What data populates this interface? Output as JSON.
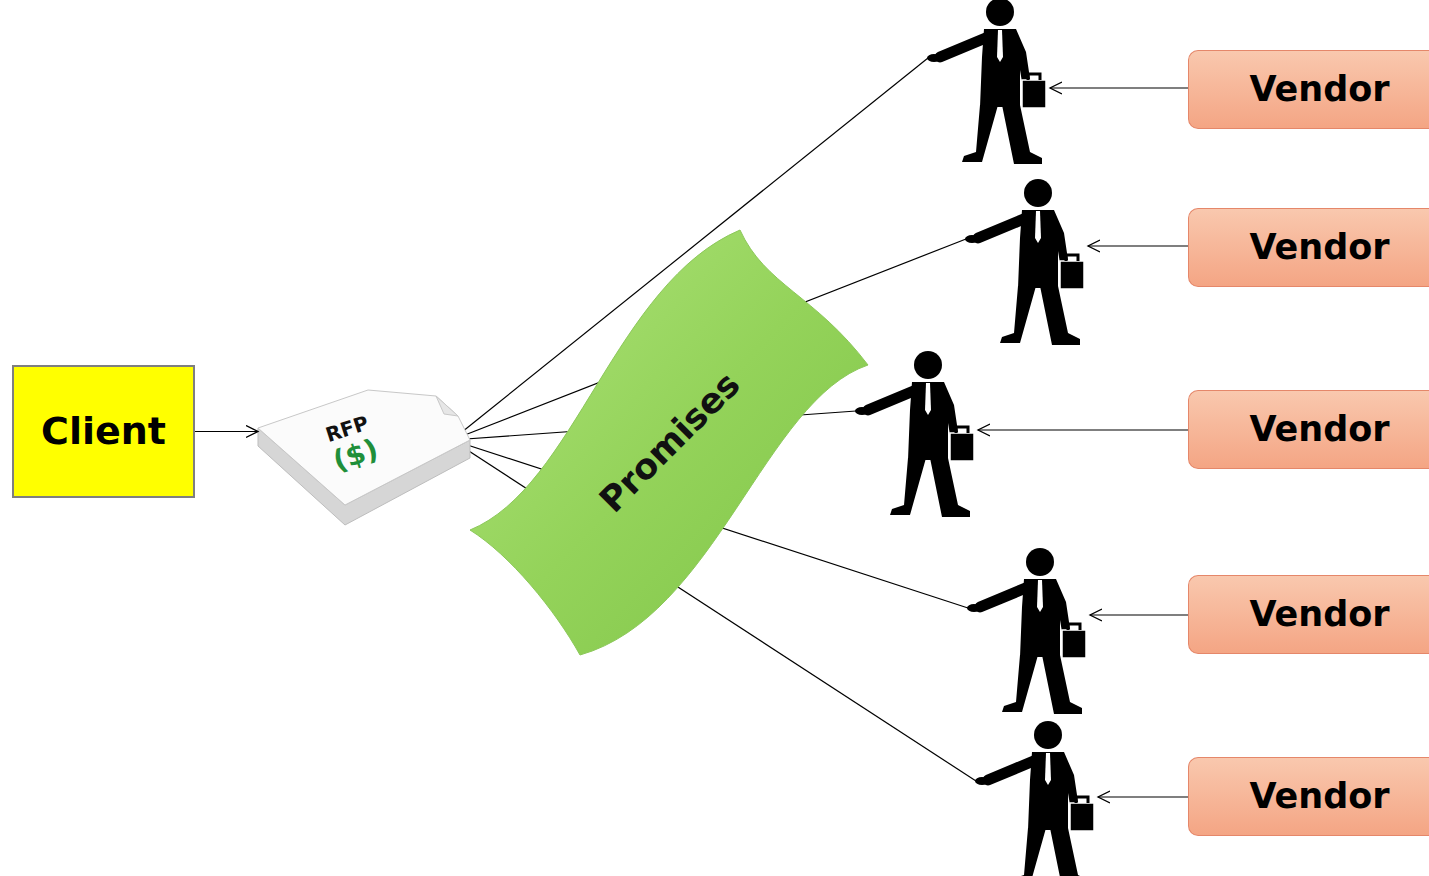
{
  "diagram": {
    "nodes": [
      {
        "text": [
          "Client"
        ]
      },
      {
        "text": [
          "RFP",
          "($)"
        ]
      },
      {
        "text": [
          "Promises"
        ]
      },
      {
        "text": [
          "Vendor"
        ]
      },
      {
        "text": [
          "Vendor"
        ]
      },
      {
        "text": [
          "Vendor"
        ]
      },
      {
        "text": [
          "Vendor"
        ]
      },
      {
        "text": [
          "Vendor"
        ]
      }
    ],
    "edges": [
      {
        "from": 0,
        "to": 1,
        "arrow": "to"
      }
    ]
  }
}
